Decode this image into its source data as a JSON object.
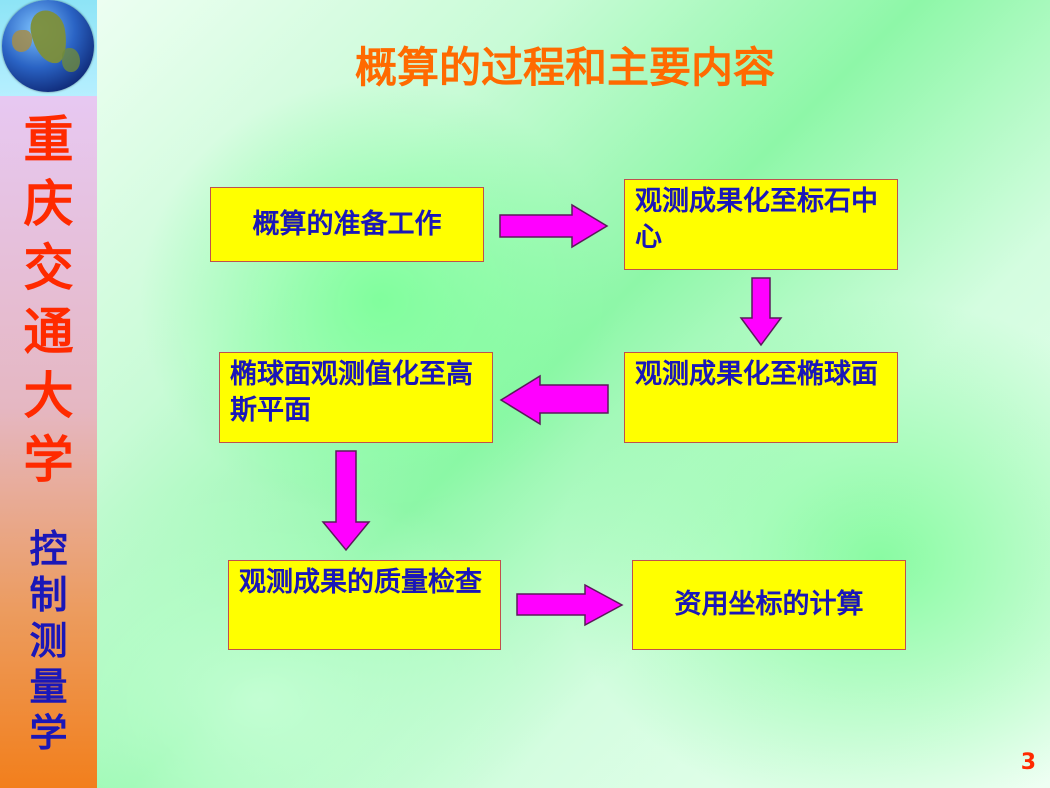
{
  "sidebar": {
    "title_chars": [
      "重",
      "庆",
      "交",
      "通",
      "大",
      "学"
    ],
    "subtitle_chars": [
      "控",
      "制",
      "测",
      "量",
      "学"
    ]
  },
  "title": "概算的过程和主要内容",
  "flow": {
    "step1": "概算的准备工作",
    "step2": "观测成果化至标石中心",
    "step3": "观测成果化至椭球面",
    "step4": "椭球面观测值化至高斯平面",
    "step5": "观测成果的质量检查",
    "step6": "资用坐标的计算"
  },
  "page_number": "3",
  "colors": {
    "box_fill": "#ffff00",
    "box_text": "#1a17b8",
    "arrow_fill": "#ff00ff",
    "title": "#ff6a00",
    "sidebar_title": "#ff2a00",
    "sidebar_subtitle": "#1a17b8"
  }
}
